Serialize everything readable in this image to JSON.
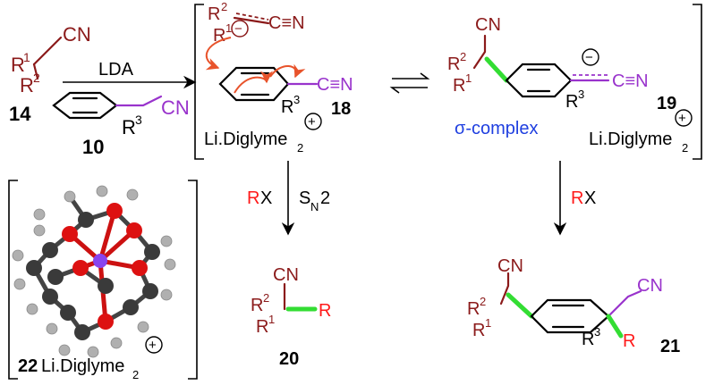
{
  "colors": {
    "reactant": "#8b1a1a",
    "nitrile": "#9933cc",
    "electrophile": "#ff1a1a",
    "new_bond": "#33dd33",
    "label_blue": "#1f3fe0",
    "curly_arrow": "#e8532b"
  },
  "reagents": {
    "lda": "LDA",
    "rx_left_r": "R",
    "rx_left_x": "X",
    "sn2": "S",
    "sn2_sub": "N",
    "sn2_tail": "2",
    "rx_right_r": "R",
    "rx_right_x": "X"
  },
  "compounds": {
    "c14": "14",
    "c10": "10",
    "c18": "18",
    "c19": "19",
    "c20": "20",
    "c21": "21",
    "c22": "22"
  },
  "groups": {
    "cn": "CN",
    "cn_triple": "C≡N",
    "r1": "R",
    "r1_sup": "1",
    "r2": "R",
    "r2_sup": "2",
    "r3": "R",
    "r3_sup": "3",
    "r": "R",
    "minus": "−",
    "plus": "+",
    "sigma_complex": "σ-complex"
  },
  "counterion": {
    "text": "Li.Diglyme",
    "subscript": "2"
  }
}
